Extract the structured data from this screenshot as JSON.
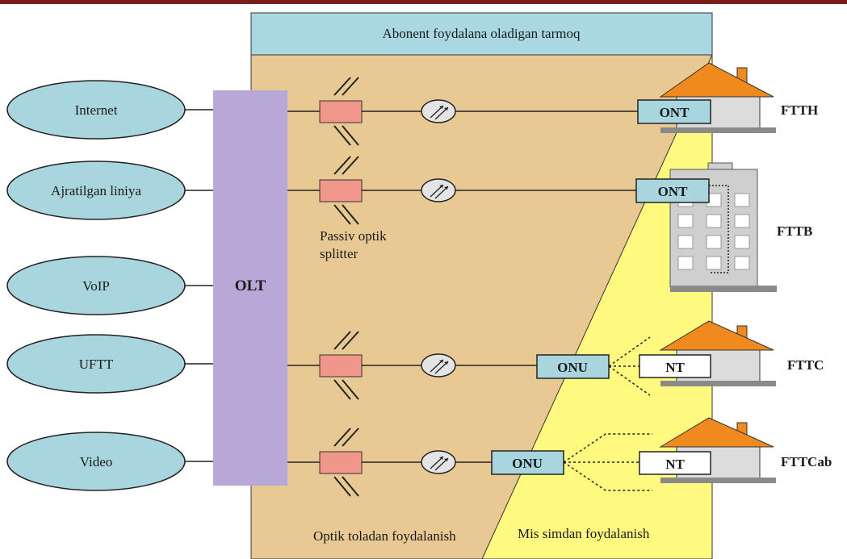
{
  "colors": {
    "top_bar": "#7a1e1e",
    "header_band": "#a9d8e2",
    "optical_area": "#e8c994",
    "copper_area": "#fff980",
    "service_ellipse": "#a9d5df",
    "olt_block": "#b8a8d8",
    "splitter": "#f0968a",
    "device_box": "#a9d5df",
    "nt_box": "#ffffff",
    "roof": "#f08a1e",
    "house_wall": "#dcdcdc",
    "ground": "#8a8a8a"
  },
  "header": {
    "title": "Abonent foydalana oladigan tarmoq"
  },
  "services": [
    "Internet",
    "Ajratilgan liniya",
    "VoIP",
    "UFTT",
    "Video"
  ],
  "olt": {
    "label": "OLT"
  },
  "splitter_caption": {
    "line1": "Passiv optik",
    "line2": "splitter"
  },
  "devices": {
    "ftth": "ONT",
    "fttb": "ONT",
    "fttc_onu": "ONU",
    "fttc_nt": "NT",
    "fttcab_onu": "ONU",
    "fttcab_nt": "NT"
  },
  "endpoints": [
    "FTTH",
    "FTTB",
    "FTTC",
    "FTTCab"
  ],
  "footer": {
    "optical": "Optik toladan foydalanish",
    "copper": "Mis simdan foydalanish"
  }
}
